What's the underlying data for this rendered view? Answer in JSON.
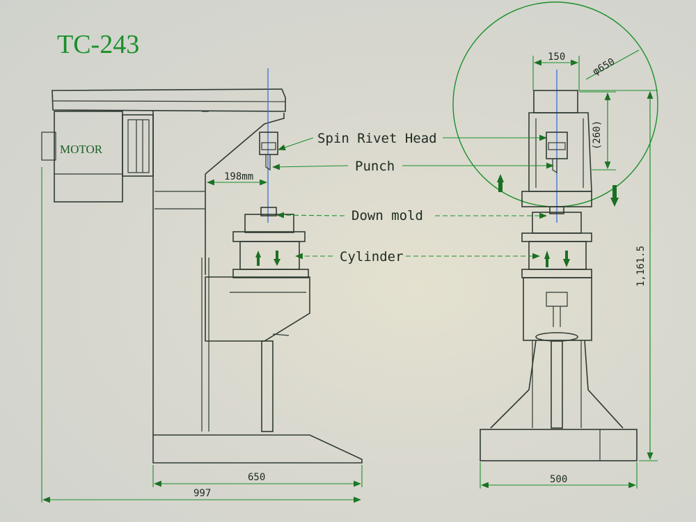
{
  "title": "TC-243",
  "motor_label": "MOTOR",
  "callouts": {
    "spin_rivet_head": "Spin  Rivet Head",
    "punch": "Punch",
    "down_mold": "Down mold",
    "cylinder": "Cylinder"
  },
  "dimensions": {
    "throat": "198mm",
    "base_depth": "650",
    "overall_depth": "997",
    "base_width": "500",
    "height": "1,161.5",
    "head_width": "150",
    "swing_diameter": "φ650",
    "head_height": "(260)"
  },
  "colors": {
    "accent": "#1a8f2a",
    "axis": "#3a6fd8",
    "line": "#2f3a33"
  }
}
